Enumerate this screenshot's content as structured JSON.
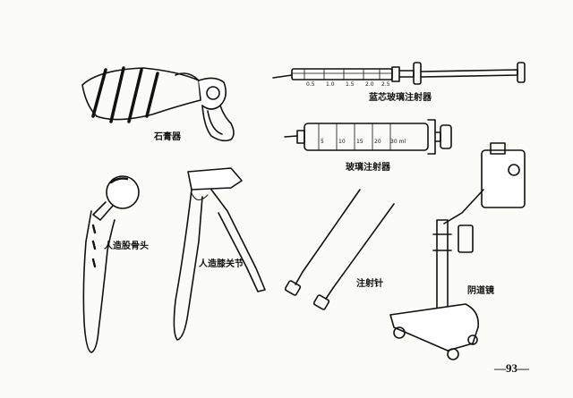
{
  "labels": {
    "gypsum_cutter": "石膏器",
    "blue_core_syringe": "蓝芯玻璃注射器",
    "glass_syringe": "玻璃注射器",
    "artificial_femoral_head": "人造股骨头",
    "artificial_knee_joint": "人造膝关节",
    "injection_needle": "注射针",
    "colposcope": "阴道镜"
  },
  "page_number": "—93—",
  "syringe_scale": {
    "small": [
      "0.5",
      "1.0",
      "1.5",
      "2.0",
      "2.5"
    ],
    "large": [
      "5",
      "10",
      "15",
      "20",
      "30 ml"
    ]
  },
  "colors": {
    "ink": "#111111",
    "paper": "#fbfbf8"
  }
}
